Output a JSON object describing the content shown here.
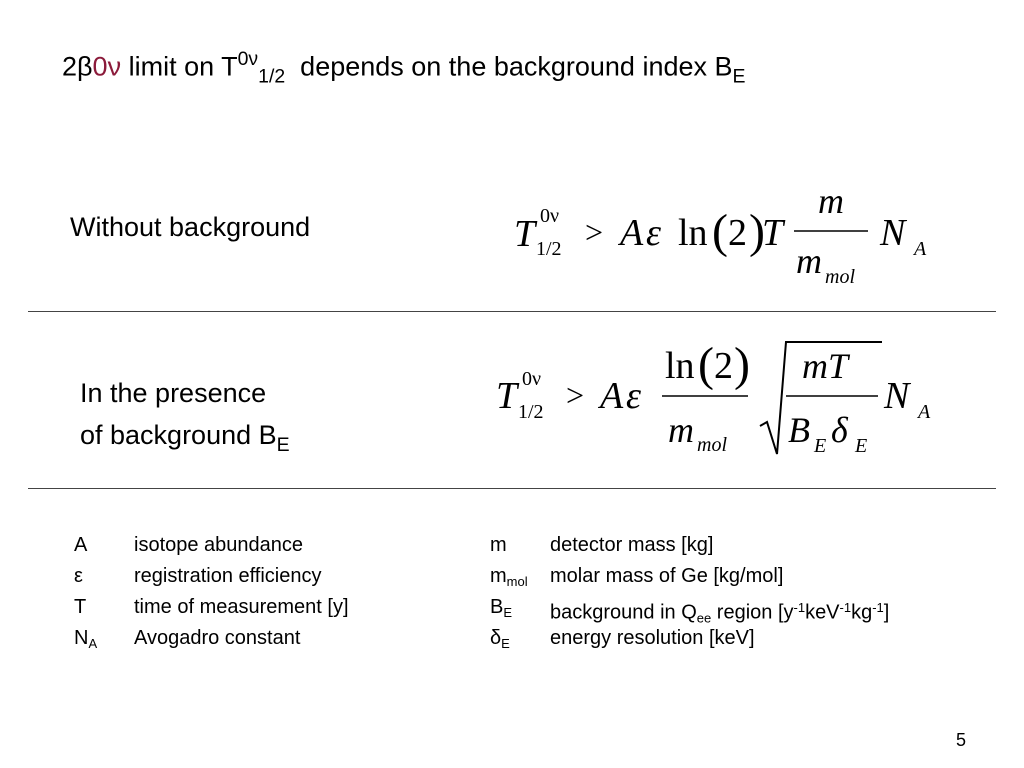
{
  "title": {
    "prefix": "2β",
    "red_part": "0ν",
    "mid": " limit on T",
    "sup": "0ν",
    "sub": "1/2",
    "suffix": "  depends on the background index B",
    "suffix_sub": "E",
    "accent_color": "#8b1a3a"
  },
  "section1": {
    "label": "Without background",
    "formula": {
      "T": "T",
      "sup": "0ν",
      "sub": "1/2",
      "gt": ">",
      "A": "A",
      "eps": "ε",
      "ln": "ln",
      "lparen": "(",
      "two": "2",
      "rparen": ")",
      "Tvar": "T",
      "num": "m",
      "den": "m",
      "den_sub": "mol",
      "N": "N",
      "N_sub": "A"
    }
  },
  "section2": {
    "label_line1": "In the presence",
    "label_line2": "of background B",
    "label_sub": "E",
    "formula": {
      "T": "T",
      "sup": "0ν",
      "sub": "1/2",
      "gt": ">",
      "A": "A",
      "eps": "ε",
      "num_ln": "ln",
      "lparen": "(",
      "num_two": "2",
      "rparen": ")",
      "den": "m",
      "den_sub": "mol",
      "sqrt_num": "mT",
      "sqrt_den_B": "B",
      "sqrt_den_B_sub": "E",
      "sqrt_den_d": "δ",
      "sqrt_den_d_sub": "E",
      "N": "N",
      "N_sub": "A"
    }
  },
  "legend": {
    "left": [
      {
        "sym": "A",
        "sub": "",
        "desc": "isotope abundance"
      },
      {
        "sym": "ε",
        "sub": "",
        "desc": "registration efficiency"
      },
      {
        "sym": "T",
        "sub": "",
        "desc": "time of measurement [y]"
      },
      {
        "sym": "N",
        "sub": "A",
        "desc": "Avogadro constant"
      }
    ],
    "right": [
      {
        "sym": "m",
        "sub": "",
        "desc": "detector mass [kg]"
      },
      {
        "sym": "m",
        "sub": "mol",
        "desc": "molar mass of Ge [kg/mol]"
      },
      {
        "sym": "B",
        "sub": "E",
        "desc_parts": {
          "a": "background in Q",
          "a_sub": "ee",
          "b": " region [y",
          "b_sup": "-1",
          "c": "keV",
          "c_sup": "-1",
          "d": "kg",
          "d_sup": "-1",
          "e": "]"
        }
      },
      {
        "sym": "δ",
        "sub": "E",
        "desc": "energy resolution [keV]"
      }
    ]
  },
  "page_number": "5"
}
